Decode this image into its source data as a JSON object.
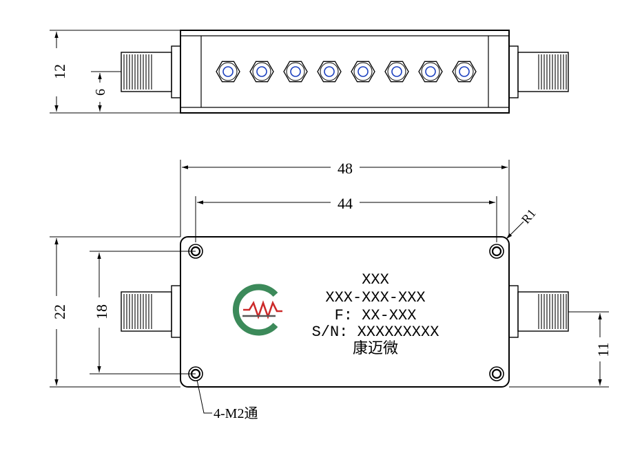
{
  "dimensions": {
    "top_height": "12",
    "top_center": "6",
    "overall_length": "48",
    "hole_spacing_x": "44",
    "overall_width": "22",
    "hole_spacing_y": "18",
    "connector_offset": "11",
    "corner_radius": "R1",
    "mount_holes": "4-M2通"
  },
  "label": {
    "line1": "XXX",
    "line2": "XXX-XXX-XXX",
    "line3": "F: XX-XXX",
    "line4": "S/N: XXXXXXXXX",
    "line5": "康迈微"
  },
  "logo": {
    "green": "#3c8a5a",
    "red": "#cc2a2a",
    "gray": "#555555"
  },
  "screw_count": 8
}
